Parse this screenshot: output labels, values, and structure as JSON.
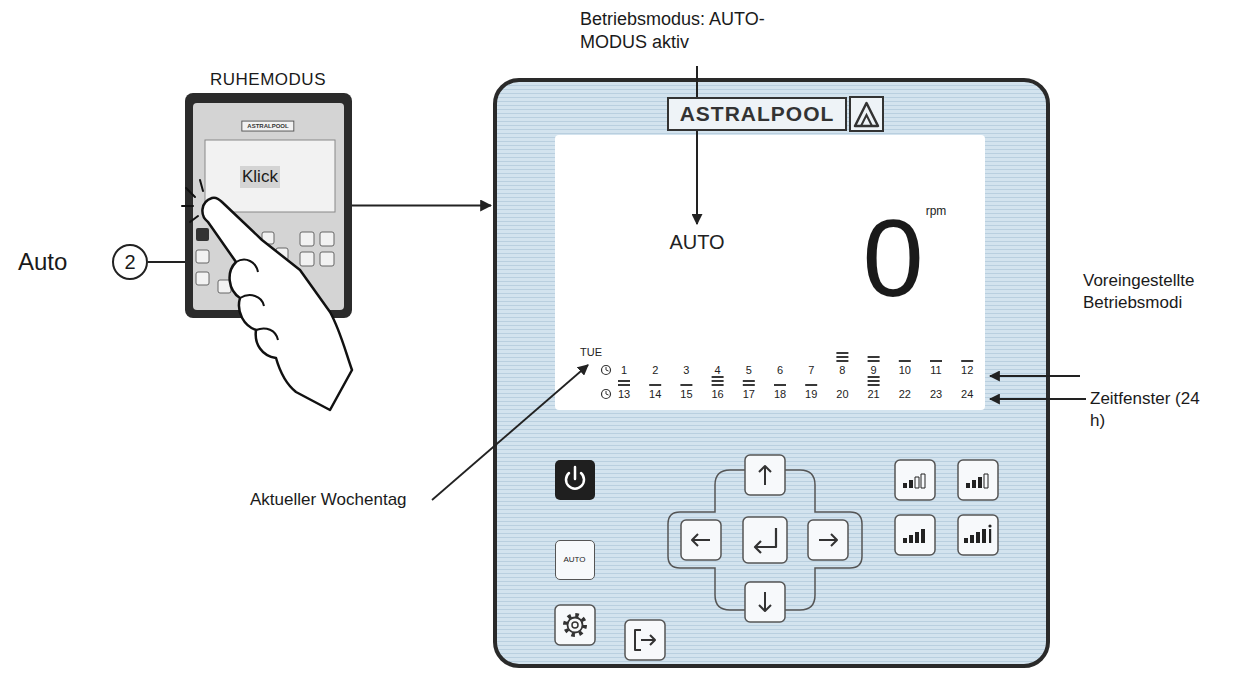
{
  "diagram": {
    "nodes": [
      {
        "text": [
          "RUHEMODUS",
          "ASTRALPOOL"
        ]
      },
      {
        "text": [
          "ASTRALPOOL"
        ]
      },
      {
        "text": [
          "AUTO",
          "0",
          "rpm",
          "TUE",
          "1",
          "2",
          "3",
          "4",
          "5",
          "6",
          "7",
          "8",
          "9",
          "10",
          "11",
          "12",
          "13",
          "14",
          "15",
          "16",
          "17",
          "18",
          "19",
          "20",
          "21",
          "22",
          "23",
          "24"
        ],
        "in": 1
      },
      {
        "text": [
          "AUTO"
        ],
        "in": 1
      }
    ],
    "edges": [
      {
        "from": 0,
        "to": 1,
        "arrow": "to"
      }
    ],
    "labels": [
      "Betriebsmodus: AUTO-MODUS aktiv",
      "Voreingestellte Betriebsmodi",
      "Zeitfenster (24 h)",
      "Aktueller Wochentag",
      "Auto",
      "2",
      "Klick"
    ]
  }
}
